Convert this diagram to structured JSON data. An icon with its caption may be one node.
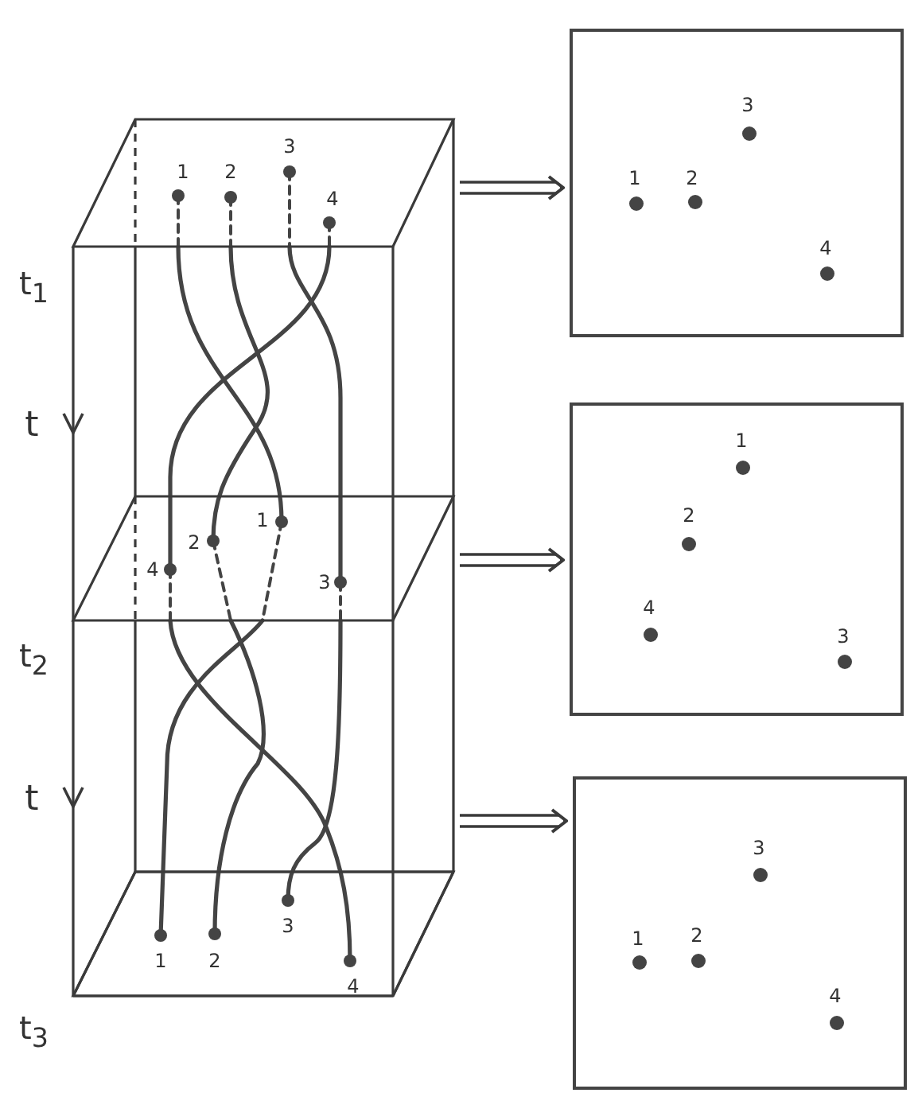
{
  "diagram": {
    "nodes": [
      {
        "text": [],
        "shape": "parallelogram",
        "beside": [
          "t$_{1}$"
        ]
      },
      {
        "text": [],
        "shape": "parallelogram",
        "beside": [
          "t$_{2}$"
        ]
      },
      {
        "text": [],
        "shape": "parallelogram",
        "beside": [
          "t$_{3}$"
        ]
      },
      {
        "text": [],
        "shape": "box"
      },
      {
        "text": [],
        "shape": "box"
      },
      {
        "text": [],
        "shape": "box"
      }
    ],
    "edges": [
      {
        "from": 0,
        "to": 3,
        "arrow": "to"
      },
      {
        "from": 1,
        "to": 4,
        "arrow": "to"
      },
      {
        "from": 2,
        "to": 5,
        "arrow": "to"
      }
    ],
    "labels": [
      "1",
      "2",
      "3",
      "4",
      "3",
      "1",
      "2",
      "4",
      "t",
      "1",
      "2",
      "4",
      "3",
      "1",
      "2",
      "4",
      "3",
      "t",
      "3",
      "1",
      "2",
      "4",
      "3",
      "1",
      "2",
      "4"
    ]
  }
}
